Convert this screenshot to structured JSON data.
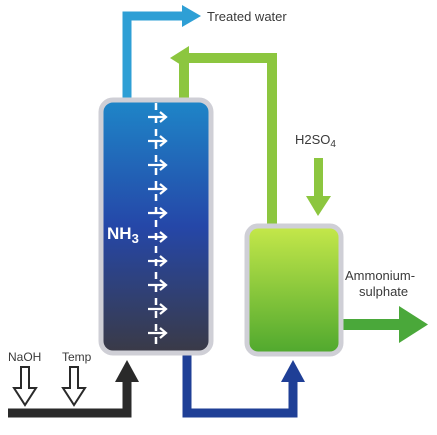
{
  "labels": {
    "treated_water": "Treated water",
    "h2so4_main": "H2SO",
    "h2so4_sub": "4",
    "nh3_main": "NH",
    "nh3_sub": "3",
    "ammonium_line1": "Ammonium-",
    "ammonium_line2": "sulphate",
    "naoh": "NaOH",
    "temp": "Temp"
  },
  "colors": {
    "treated_water_pipe": "#2e9fd5",
    "gas_return_pipe": "#8cc63f",
    "h2so4_pipe": "#8cc63f",
    "product_pipe": "#4aa83a",
    "liquid_pipe": "#1f3f96",
    "feed_pipe": "#2a2a2a",
    "column_top": "#1e86c8",
    "column_mid": "#2547a8",
    "column_bottom": "#3a3a46",
    "tank_top": "#c5e84a",
    "tank_bottom": "#4fa82e"
  }
}
